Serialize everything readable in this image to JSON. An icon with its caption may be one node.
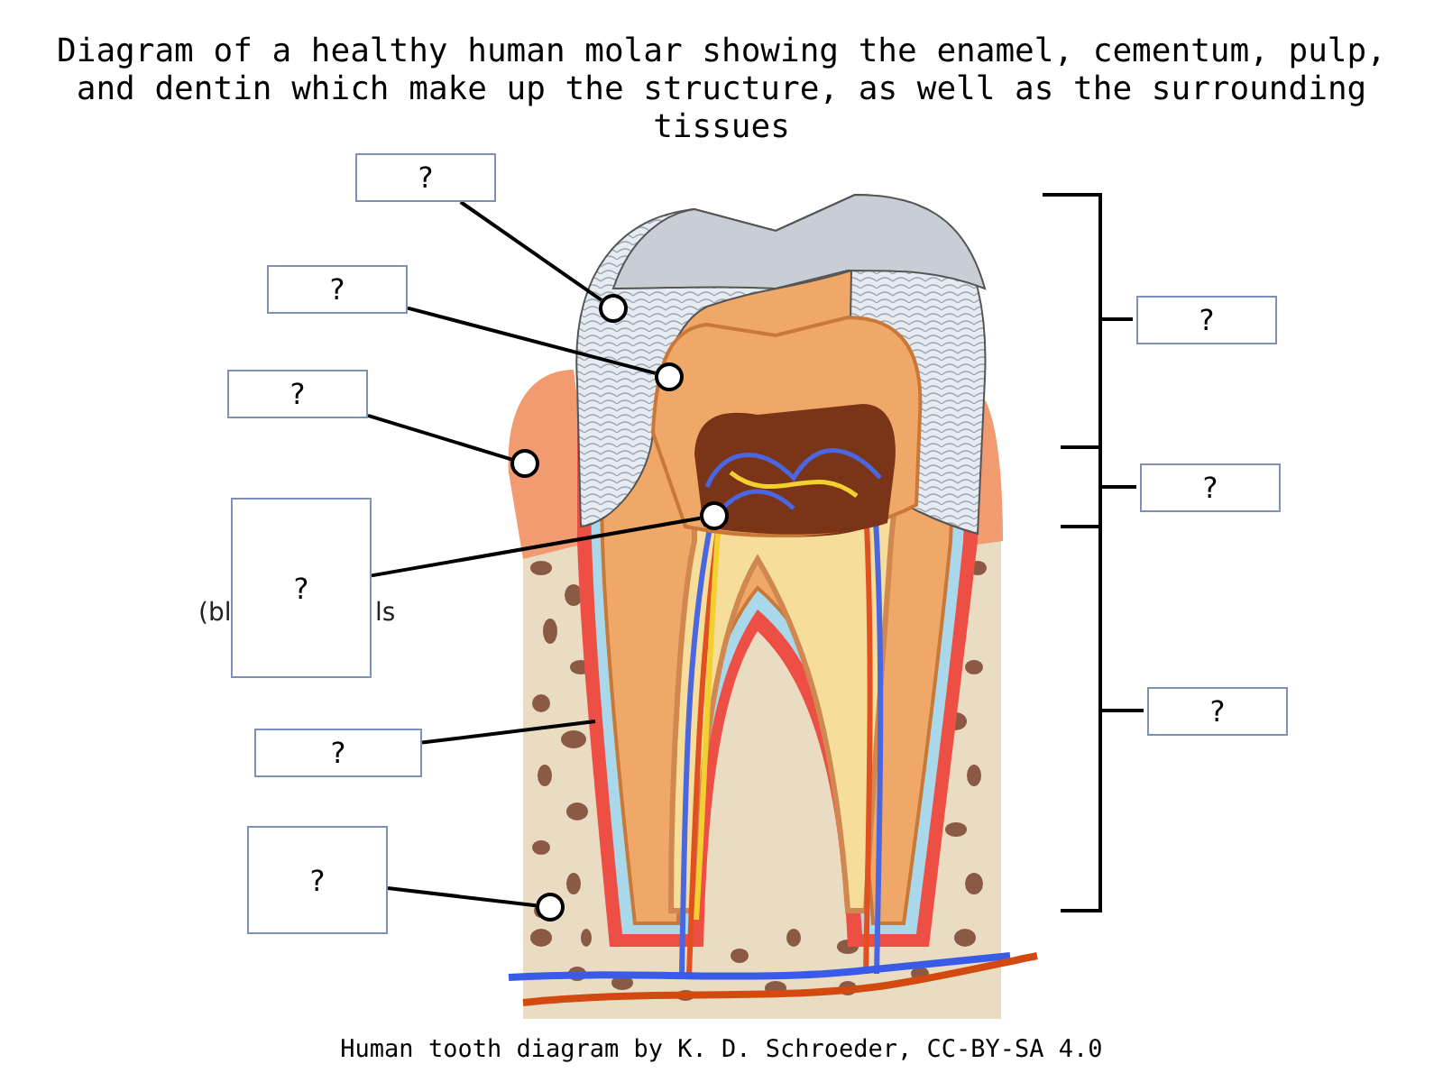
{
  "diagram": {
    "title": "Diagram of a healthy human molar showing the enamel, cementum, pulp, and dentin which make up the structure, as well as the surrounding tissues",
    "caption": "Human tooth diagram by K. D. Schroeder, CC-BY-SA 4.0",
    "nodes": [
      {
        "text": [
          "?"
        ]
      },
      {
        "text": [
          "?"
        ]
      },
      {
        "text": [
          "?"
        ]
      },
      {
        "text": [
          "?"
        ]
      },
      {
        "text": [
          "?"
        ]
      },
      {
        "text": [
          "?"
        ]
      },
      {
        "text": [
          "?"
        ]
      },
      {
        "text": [
          "?"
        ]
      },
      {
        "text": [
          "?"
        ]
      },
      {
        "text": [],
        "shape": "circle"
      },
      {
        "text": [],
        "shape": "circle"
      },
      {
        "text": [],
        "shape": "circle"
      },
      {
        "text": [],
        "shape": "circle"
      },
      {
        "text": [],
        "shape": "circle"
      }
    ],
    "edges": [
      {
        "from": 0,
        "to": 9,
        "arrow": "none"
      },
      {
        "from": 1,
        "to": 10,
        "arrow": "none"
      },
      {
        "from": 2,
        "to": 11,
        "arrow": "none"
      },
      {
        "from": 3,
        "to": 12,
        "arrow": "none"
      },
      {
        "from": 4,
        "to": null,
        "arrow": "none"
      },
      {
        "from": 5,
        "to": 13,
        "arrow": "none"
      }
    ],
    "labels": [
      "(bl",
      "ls"
    ]
  }
}
